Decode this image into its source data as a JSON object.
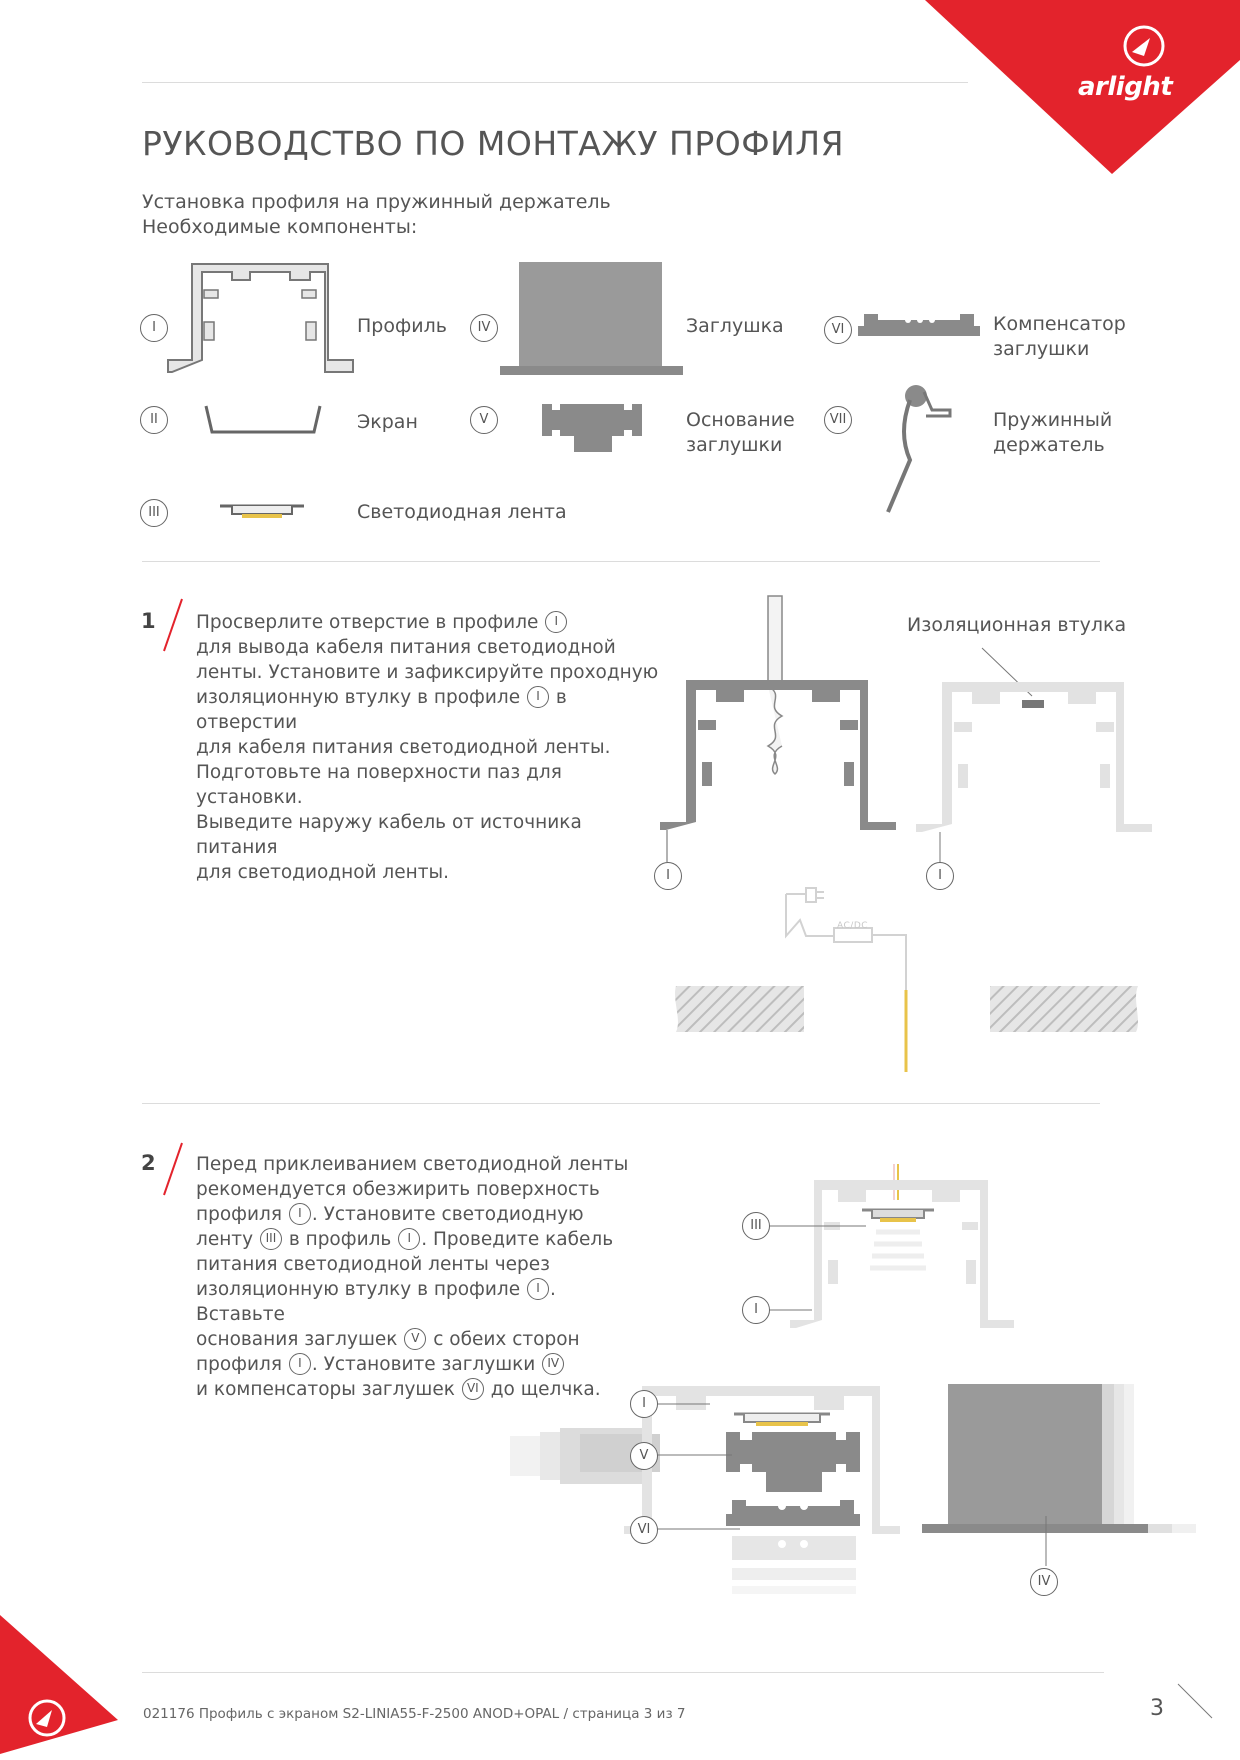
{
  "brand": {
    "name": "arlight",
    "accent": "#e3232c"
  },
  "page": {
    "title": "РУКОВОДСТВО ПО МОНТАЖУ ПРОФИЛЯ",
    "subtitle_line1": "Установка профиля на пружинный держатель",
    "subtitle_line2": "Необходимые компоненты:"
  },
  "components": [
    {
      "num": "I",
      "label": "Профиль"
    },
    {
      "num": "II",
      "label": "Экран"
    },
    {
      "num": "III",
      "label": "Светодиодная лента"
    },
    {
      "num": "IV",
      "label": "Заглушка"
    },
    {
      "num": "V",
      "label_line1": "Основание",
      "label_line2": "заглушки"
    },
    {
      "num": "VI",
      "label_line1": "Компенсатор",
      "label_line2": "заглушки"
    },
    {
      "num": "VII",
      "label_line1": "Пружинный",
      "label_line2": "держатель"
    }
  ],
  "step1": {
    "number": "1",
    "l1a": "Просверлите отверстие в профиле",
    "l1r": "I",
    "l2": "для вывода кабеля питания светодиодной",
    "l3": "ленты. Установите и зафиксируйте проходную",
    "l4a": "изоляционную втулку в профиле",
    "l4r": "I",
    "l4b": "в отверстии",
    "l5": "для кабеля питания светодиодной ленты.",
    "l6": "Подготовьте на поверхности паз для установки.",
    "l7": "Выведите наружу кабель от источника питания",
    "l8": "для светодиодной ленты.",
    "callout": "Изоляционная втулка",
    "psu_label": "AC/DC",
    "marker_left": "I",
    "marker_right": "I"
  },
  "step2": {
    "number": "2",
    "l1": "Перед приклеиванием светодиодной ленты",
    "l2": "рекомендуется обезжирить поверхность",
    "l3a": "профиля",
    "l3r": "I",
    "l3b": ". Установите светодиодную",
    "l4a": "ленту",
    "l4r": "III",
    "l4b": "в профиль",
    "l4r2": "I",
    "l4c": ". Проведите кабель",
    "l5": "питания светодиодной ленты через",
    "l6a": "изоляционную втулку в профиле",
    "l6r": "I",
    "l6b": ". Вставьте",
    "l7a": "основания заглушек",
    "l7r": "V",
    "l7b": "с обеих сторон",
    "l8a": "профиля",
    "l8r": "I",
    "l8b": ". Установите заглушки",
    "l8r2": "IV",
    "l9a": "и компенсаторы заглушек",
    "l9r": "VI",
    "l9b": "до щелчка.",
    "markers": {
      "iii": "III",
      "i_top": "I",
      "i_bottom": "I",
      "v": "V",
      "vi": "VI",
      "iv": "IV"
    }
  },
  "footer": {
    "text": "021176 Профиль с экраном S2-LINIA55-F-2500 ANOD+OPAL / страница 3 из 7",
    "page_number": "3"
  }
}
